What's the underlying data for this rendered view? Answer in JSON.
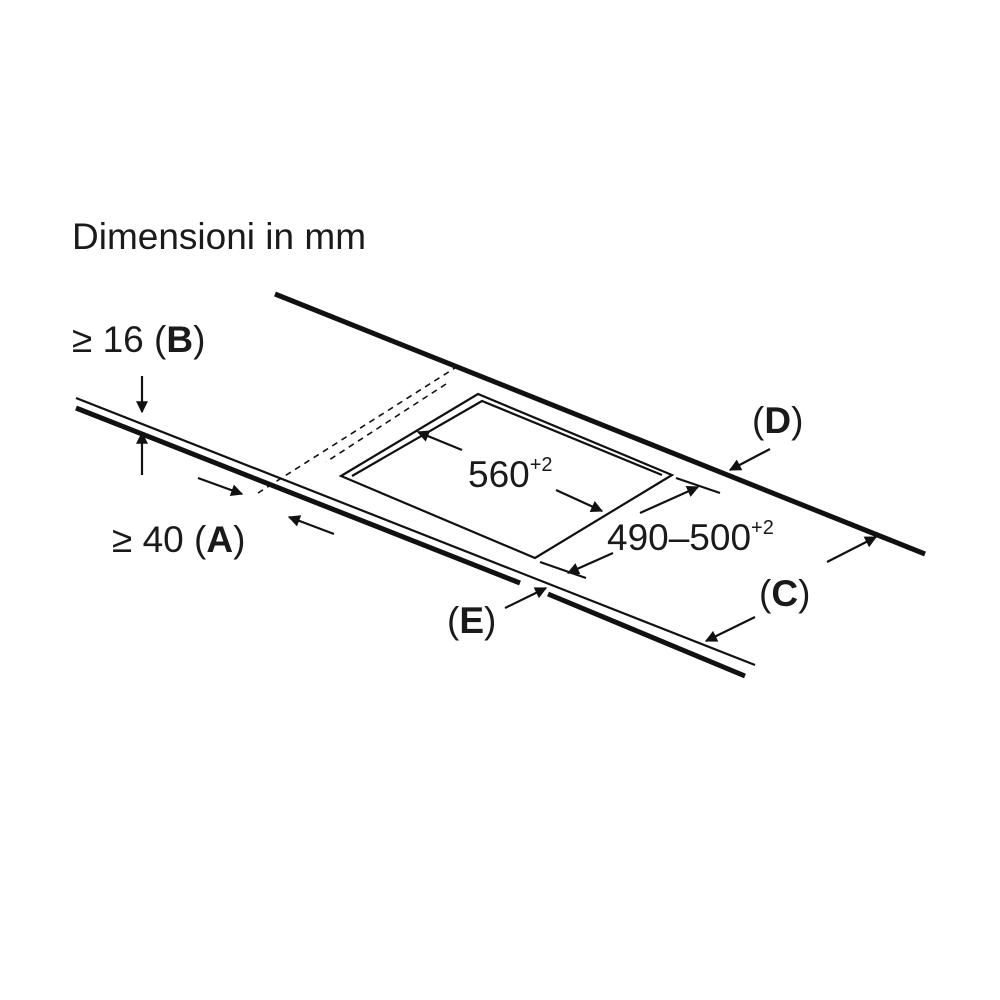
{
  "title": "Dimensioni in mm",
  "labels": {
    "b": {
      "prefix": "≥ 16 (",
      "letter": "B",
      "suffix": ")"
    },
    "a": {
      "prefix": "≥ 40 (",
      "letter": "A",
      "suffix": ")"
    },
    "d": {
      "prefix": "(",
      "letter": "D",
      "suffix": ")"
    },
    "c": {
      "prefix": "(",
      "letter": "C",
      "suffix": ")"
    },
    "e": {
      "prefix": "(",
      "letter": "E",
      "suffix": ")"
    },
    "width": {
      "value": "560",
      "tolerance": "+2"
    },
    "depth": {
      "value": "490–500",
      "tolerance": "+2"
    }
  }
}
